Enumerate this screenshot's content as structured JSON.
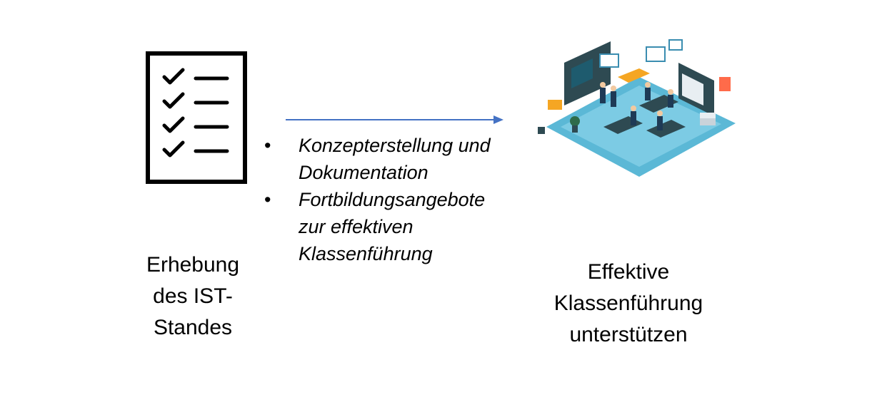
{
  "left": {
    "label_lines": [
      "Erhebung",
      "des IST-",
      "Standes"
    ],
    "icon": "checklist-icon"
  },
  "middle": {
    "bullets": [
      {
        "lines": [
          "Konzepterstellung und",
          "Dokumentation"
        ]
      },
      {
        "lines": [
          "Fortbildungsangebote",
          "zur effektiven",
          "Klassenführung"
        ]
      }
    ],
    "bullet_char": "•",
    "arrow_color": "#4472c4"
  },
  "right": {
    "label_lines": [
      "Effektive",
      "Klassenführung",
      "unterstützen"
    ],
    "image": "classroom-illustration"
  }
}
